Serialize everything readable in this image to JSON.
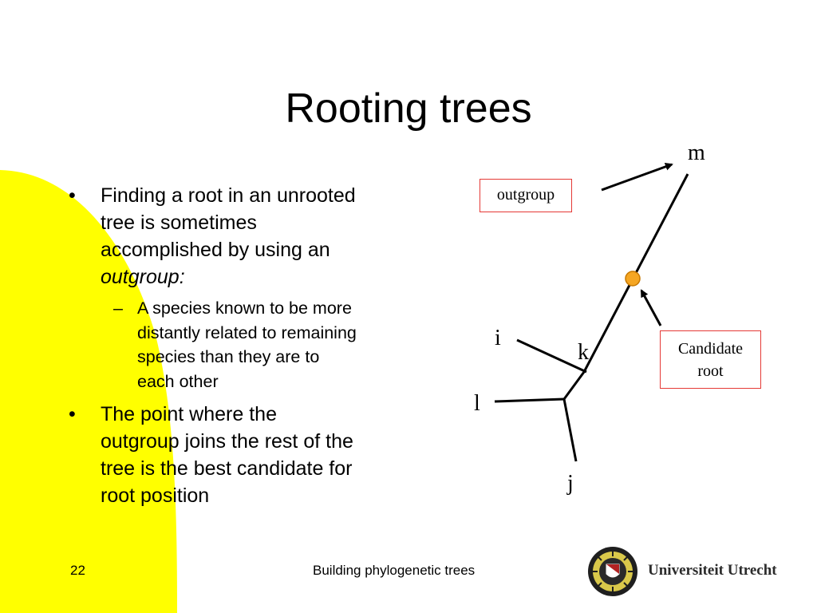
{
  "slide": {
    "title": "Rooting trees",
    "bullets": [
      {
        "mark": "•",
        "lines": [
          "Finding a root in an unrooted",
          "tree is sometimes",
          "accomplished by using an"
        ],
        "emphasis": "outgroup:",
        "sub": {
          "mark": "–",
          "lines": [
            "A species known to be more",
            "distantly related to remaining",
            "species than they are to",
            "each other"
          ]
        }
      },
      {
        "mark": "•",
        "lines": [
          "The point where the",
          "outgroup joins the rest of the",
          "tree is the best candidate for",
          "root position"
        ]
      }
    ],
    "page_number": "22",
    "footer": "Building phylogenetic trees",
    "logo_text": "Universiteit Utrecht"
  },
  "diagram": {
    "node_labels": {
      "m": "m",
      "i": "i",
      "k": "k",
      "l": "l",
      "j": "j"
    },
    "outgroup_label": "outgroup",
    "candidate_label_line1": "Candidate",
    "candidate_label_line2": "root"
  },
  "colors": {
    "decor_yellow": "#ffff00",
    "box_border": "#e53935",
    "candidate_dot": "#f5a623"
  }
}
